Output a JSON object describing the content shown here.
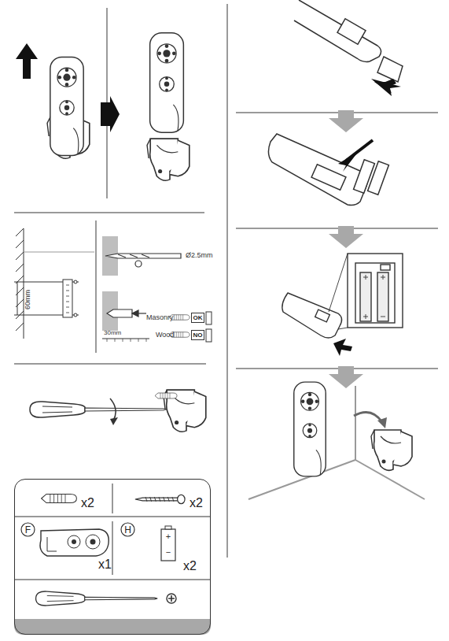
{
  "diagram": {
    "nodes": [
      {
        "text": [
          "OK"
        ]
      },
      {
        "text": [
          "NO"
        ]
      },
      {
        "text": [
          "x2",
          "x2",
          "x1",
          "x2"
        ]
      },
      {
        "text": [
          "F"
        ],
        "in": 2
      },
      {
        "text": [
          "H"
        ],
        "in": 2
      }
    ],
    "edges": [],
    "labels": [
      "60mm",
      "Ø2.5mm",
      "Masonry",
      "Wood",
      "30mm",
      "+",
      "−"
    ]
  }
}
